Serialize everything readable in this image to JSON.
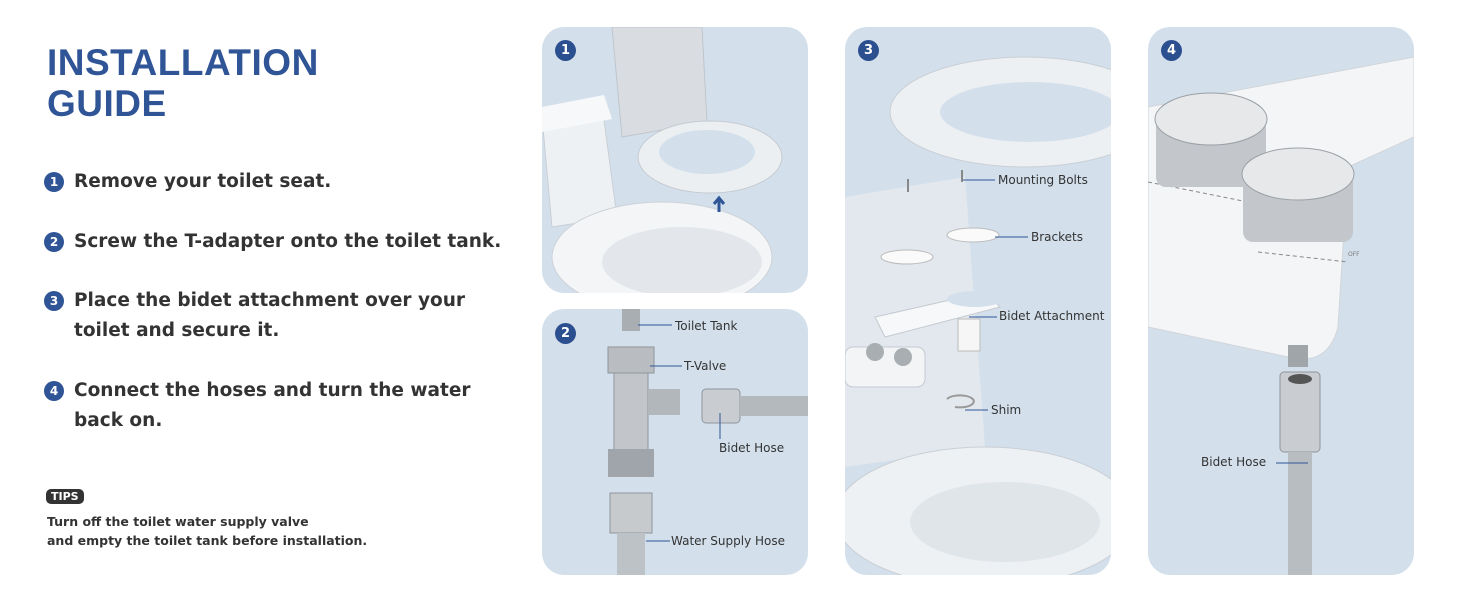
{
  "title": {
    "line1": "INSTALLATION",
    "line2": "GUIDE"
  },
  "steps": [
    {
      "num": "1",
      "text": "Remove your toilet seat."
    },
    {
      "num": "2",
      "text": "Screw the T-adapter onto the toilet tank."
    },
    {
      "num": "3",
      "line1": "Place the bidet attachment over your",
      "line2": "toilet and secure it."
    },
    {
      "num": "4",
      "line1": "Connect the hoses and turn the water",
      "line2": "back on."
    }
  ],
  "tips": {
    "badge": "TIPS",
    "line1": "Turn off the toilet water supply valve",
    "line2": "and empty the toilet tank before installation."
  },
  "panels": {
    "p1": {
      "num": "1"
    },
    "p2": {
      "num": "2",
      "labels": [
        "Toilet Tank",
        "T-Valve",
        "Bidet Hose",
        "Water Supply Hose"
      ]
    },
    "p3": {
      "num": "3",
      "labels": [
        "Mounting Bolts",
        "Brackets",
        "Bidet Attachment",
        "Shim"
      ]
    },
    "p4": {
      "num": "4",
      "labels": [
        "Bidet Hose"
      ],
      "knob_text": "OFF"
    }
  },
  "colors": {
    "accent": "#2f5597",
    "panel_bg": "#d3e0ec",
    "text": "#333333"
  }
}
